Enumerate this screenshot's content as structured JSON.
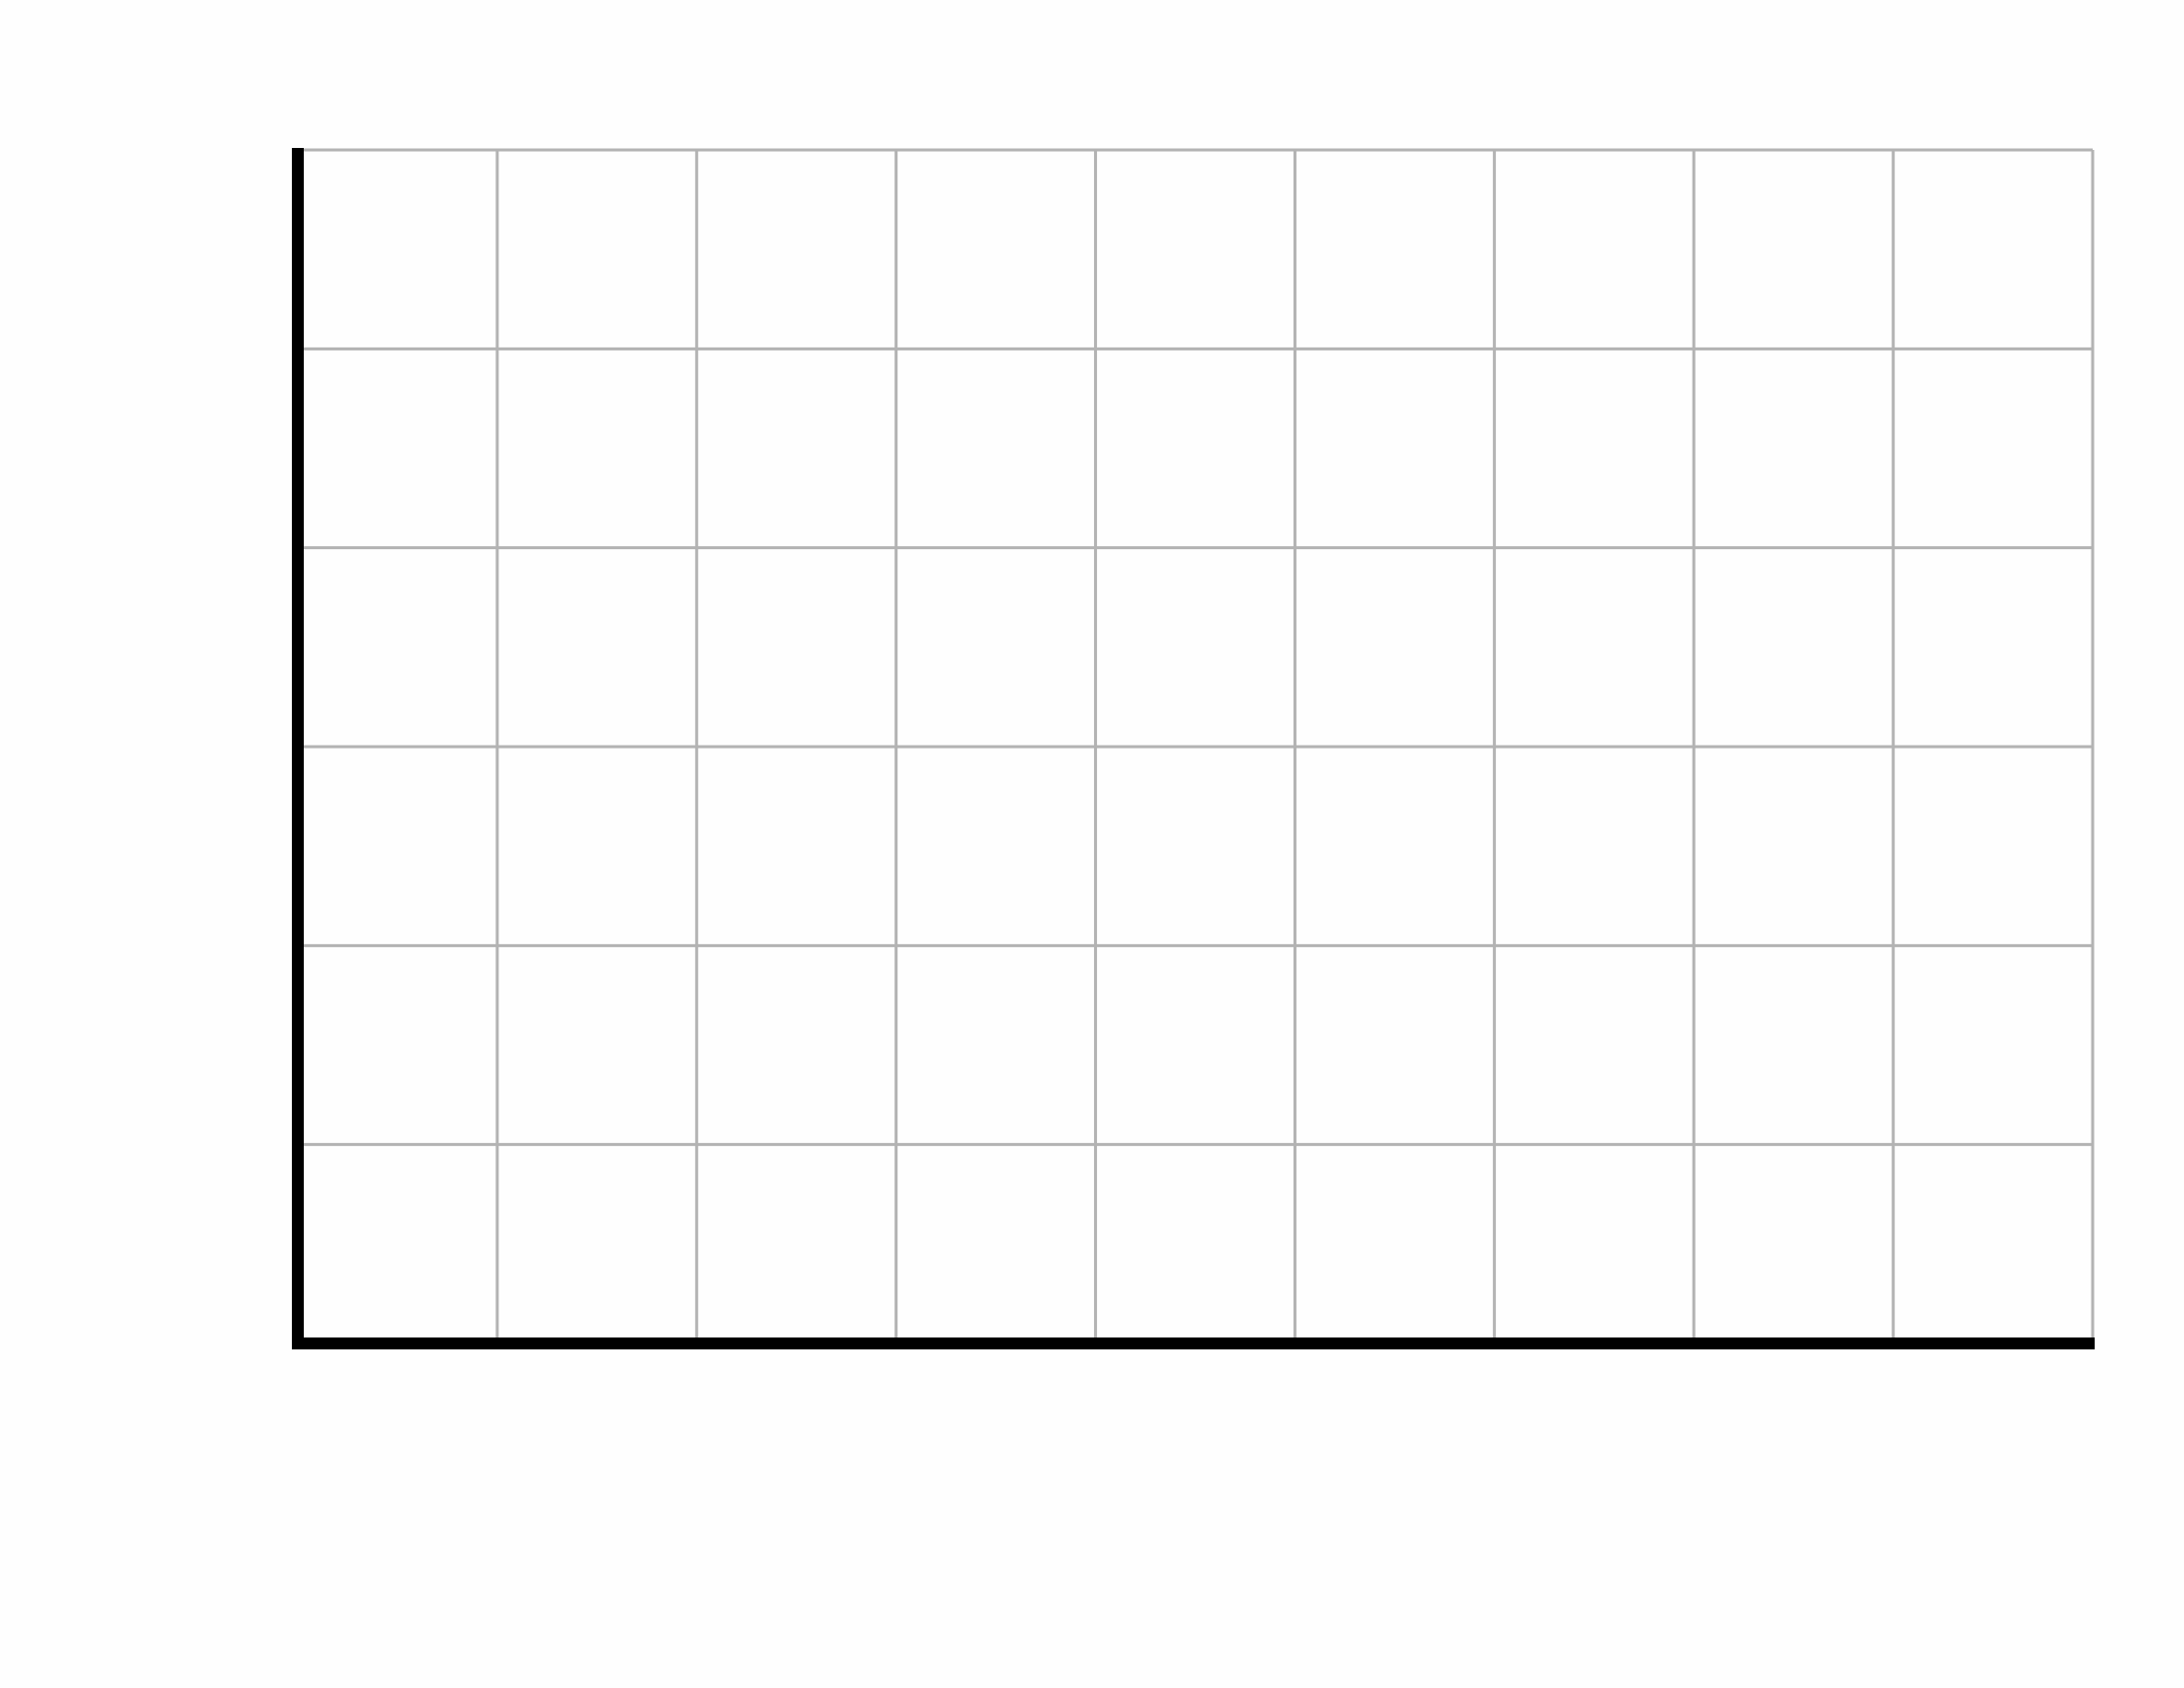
{
  "chart_data": {
    "type": "line",
    "title": "",
    "xlabel": "",
    "ylabel": "",
    "series": [],
    "x_gridlines": 9,
    "y_gridlines": 6,
    "grid": true,
    "tick_labels_shown": false,
    "colors": {
      "background": "#fefefe",
      "grid": "#b3b3b3",
      "axis": "#000000"
    }
  }
}
